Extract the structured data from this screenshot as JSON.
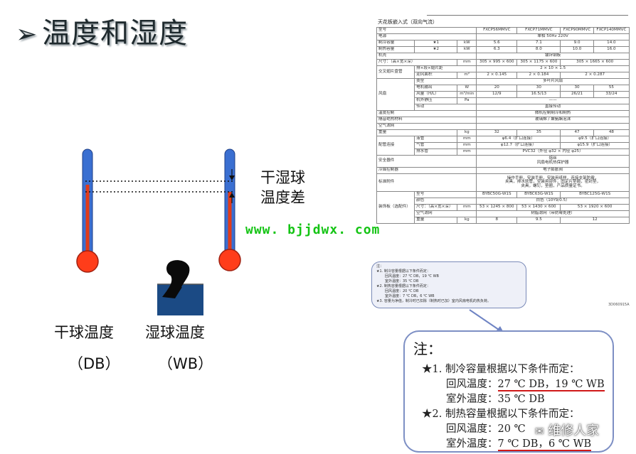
{
  "slide": {
    "title": "温度和湿度",
    "watermark": "www. bjjdwx. com",
    "brand": "维修人家",
    "thermometers": {
      "dry_label": "干球温度",
      "dry_abbr": "（DB）",
      "wet_label": "湿球温度",
      "wet_abbr": "（WB）",
      "diff_label_line1": "干湿球",
      "diff_label_line2": "温度差"
    }
  },
  "spec_table": {
    "title": "天花板嵌入式（双向气流）",
    "models": [
      "FXCP56MMVC",
      "FXCP71MMVC",
      "FXCP90MMVC",
      "FXCP140MMVC"
    ],
    "rows": {
      "model_label": "型号",
      "power_label": "电源",
      "power_value": "单相 50Hz 220V",
      "cool_label": "制冷容量",
      "cool_star": "★1",
      "cool_unit": "kW",
      "cool_values": [
        "5.6",
        "7.1",
        "9.0",
        "14.0"
      ],
      "heat_label": "制热容量",
      "heat_star": "★2",
      "heat_unit": "kW",
      "heat_values": [
        "6.3",
        "8.0",
        "10.0",
        "16.0"
      ],
      "casing_label": "机壳",
      "casing_value": "镀锌钢板",
      "size_label": "尺寸：（高×宽×深）",
      "size_unit": "mm",
      "size_values": [
        "305 × 995 × 600",
        "305 × 1175 × 600",
        "305 × 1665 × 600"
      ],
      "hex_label": "交叉翅片盘管",
      "hex_sub1": "排×段×翅片距",
      "hex_sub1_value": "2 × 10 × 1.5",
      "hex_sub2": "迎风面积",
      "hex_sub2_unit": "m²",
      "hex_sub2_values": [
        "2 × 0.145",
        "2 × 0.184",
        "2 × 0.287"
      ],
      "fan_label": "风扇",
      "fan_type_label": "类型",
      "fan_type_value": "多叶片风扇",
      "fan_motor_label": "电机输出",
      "fan_motor_unit": "W",
      "fan_motor_values": [
        "20",
        "30",
        "30",
        "55"
      ],
      "fan_air_label": "风量（H/L）",
      "fan_air_unit": "m³/min",
      "fan_air_values": [
        "12/9",
        "16.5/13",
        "26/21",
        "33/24"
      ],
      "fan_esp_label": "机外静压",
      "fan_esp_unit": "Pa",
      "fan_esp_value": "——",
      "fan_drive_label": "传动",
      "fan_drive_value": "直接传动",
      "temp_ctrl_label": "温度控制",
      "temp_ctrl_value": "微机控制制冷和制热",
      "insul_label": "隔音绝热材料",
      "insul_value": "玻璃棉 / 聚氨酯泡沫",
      "filter_label": "空气滤网",
      "weight_label": "重量",
      "weight_unit": "kg",
      "weight_values": [
        "32",
        "35",
        "47",
        "48"
      ],
      "pipe_label": "配管连接",
      "pipe_liq_label": "液管",
      "pipe_liq_unit": "mm",
      "pipe_liq_values": [
        "φ6.4（扩口连接）",
        "φ9.5（扩口连接）"
      ],
      "pipe_gas_label": "气管",
      "pipe_gas_unit": "mm",
      "pipe_gas_values": [
        "φ12.7（扩口连接）",
        "φ15.9（扩口连接）"
      ],
      "pipe_drain_label": "排水管",
      "pipe_drain_unit": "mm",
      "pipe_drain_value": "PVC32（外径 φ32 × 内径 φ25）",
      "safety_label": "安全器件",
      "safety_value1": "熔丝",
      "safety_value2": "风扇电机热保护器",
      "ctrl_label": "冷媒控制器",
      "ctrl_value": "电子膨胀阀",
      "acc_label": "标准附件",
      "acc_value1": "操作手册，安装手册，安装用纸样，连接支架防霉，",
      "acc_value2": "夹具，排水软管，安装用部件，固定片垫圈，密封垫，",
      "acc_value3": "夹具，螺钉，垫圈，产品质量证书。",
      "panel_label": "装饰板（选配件）",
      "panel_model_label": "型号",
      "panel_models": [
        "BYBC50G-W1S",
        "BYBC63G-W1S",
        "BYBC125G-W1S"
      ],
      "panel_color_label": "颜色",
      "panel_color_value": "白色（10Y9/0.5）",
      "panel_size_label": "尺寸：（高×宽×深）",
      "panel_size_unit": "mm",
      "panel_size_values": [
        "53 × 1245 × 800",
        "53 × 1430 × 600",
        "53 × 1920 × 600"
      ],
      "panel_filter_label": "空气滤网",
      "panel_filter_value": "树脂滤网（带防霉处理）",
      "panel_weight_label": "重量",
      "panel_weight_unit": "kg",
      "panel_weight_values": [
        "8",
        "9.5",
        "12"
      ]
    },
    "small_note": {
      "head": "注：",
      "lines": [
        "★1. 制冷容量根据以下条件而定：",
        "回风温度：27 ℃ DB，19 ℃ WB",
        "室外温度：35 ℃ DB",
        "★2. 制热容量根据以下条件而定：",
        "回风温度：20 ℃ DB",
        "室外温度：7 ℃ DB，6 ℃ WB",
        "★3. 容量为净值，制冷时已扣除（制热时已加）室内风扇电机的热负荷。"
      ]
    },
    "ref_code": "3D060915A"
  },
  "note_zoom": {
    "head": "注：",
    "line1": "★1. 制冷容量根据以下条件而定：",
    "line2_prefix": "回风温度：",
    "line2_value": "27 ℃ DB，19 ℃ WB",
    "line3": "室外温度：35 ℃ DB",
    "line4": "★2. 制热容量根据以下条件而定：",
    "line5": "回风温度：20 ℃",
    "line6_prefix": "室外温度：",
    "line6_value": "7 ℃ DB，6 ℃ WB"
  },
  "colors": {
    "tube_blue": "#3a6fd1",
    "mercury_red": "#e03b1a",
    "bulb_red": "#ff3d1a",
    "water": "#1b4a84",
    "note_border": "#7d8fc4",
    "underline_red": "#d01818",
    "watermark_green": "#14c414"
  }
}
